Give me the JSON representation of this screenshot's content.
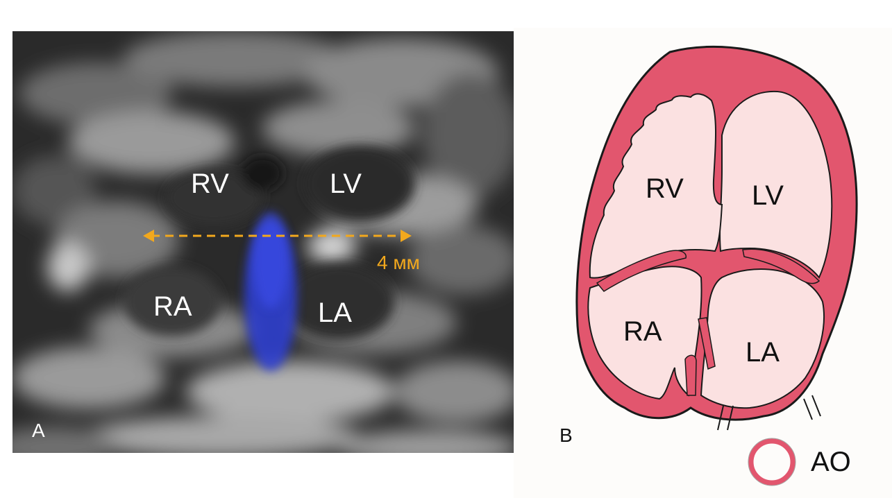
{
  "panel_a": {
    "letter": "A",
    "labels": {
      "rv": "RV",
      "lv": "LV",
      "ra": "RA",
      "la": "LA"
    },
    "measurement": "4 мм",
    "measure_color": "#f2a81d",
    "flow_color": "#2f3fd8"
  },
  "panel_b": {
    "letter": "B",
    "labels": {
      "rv": "RV",
      "lv": "LV",
      "ra": "RA",
      "la": "LA",
      "ao": "AO"
    },
    "wall_color": "#e2566e",
    "chamber_color": "#fbe1e1"
  }
}
